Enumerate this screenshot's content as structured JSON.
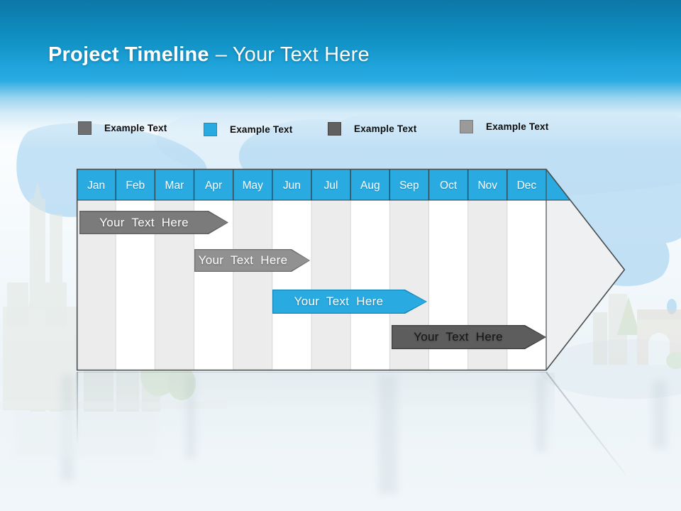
{
  "slide": {
    "title_bold": "Project Timeline",
    "title_rest": "– Your Text Here"
  },
  "legend": {
    "items": [
      {
        "label": "Example Text",
        "color": "#6f6f6f",
        "border": "#545454"
      },
      {
        "label": "Example Text",
        "color": "#29abe2",
        "border": "#1b8dbf"
      },
      {
        "label": "Example Text",
        "color": "#606060",
        "border": "#454545"
      },
      {
        "label": "Example Text",
        "color": "#9a9a9a",
        "border": "#7c7c7c"
      }
    ]
  },
  "chart_data": {
    "type": "bar",
    "subtype": "gantt_timeline",
    "title": "Project Timeline",
    "x_unit": "month",
    "months": [
      "Jan",
      "Feb",
      "Mar",
      "Apr",
      "May",
      "Jun",
      "Jul",
      "Aug",
      "Sep",
      "Oct",
      "Nov",
      "Dec"
    ],
    "header_color": "#29abe2",
    "grid": "alternating column stripes",
    "bars": [
      {
        "label": "Your Text Here",
        "start_month": "Jan",
        "end_month": "Apr",
        "row": 1,
        "color": "#7b7b7b",
        "border": "#5e5e5e",
        "text_color": "#ffffff"
      },
      {
        "label": "Your Text Here",
        "start_month": "Apr",
        "end_month": "Jun",
        "row": 2,
        "color": "#919191",
        "border": "#6f6f6f",
        "text_color": "#ffffff"
      },
      {
        "label": "Your Text Here",
        "start_month": "Jun",
        "end_month": "Sep",
        "row": 3,
        "color": "#29abe2",
        "border": "#1787ba",
        "text_color": "#ffffff"
      },
      {
        "label": "Your Text Here",
        "start_month": "Sep",
        "end_month": "Dec",
        "row": 4,
        "color": "#5d5d5d",
        "border": "#3f3f3f",
        "text_color": "#161616"
      }
    ]
  }
}
